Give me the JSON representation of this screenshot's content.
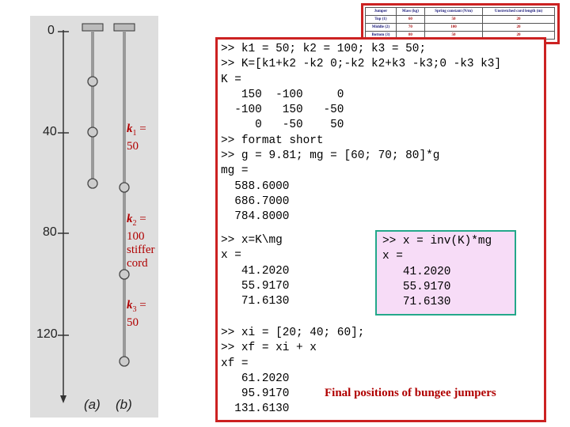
{
  "figure": {
    "ticks": [
      "0",
      "40",
      "80",
      "120"
    ],
    "springs": [
      {
        "k": "k",
        "sub": "1",
        "text": " = 50",
        "extra": ""
      },
      {
        "k": "k",
        "sub": "2",
        "text": " = 100",
        "extra": "stiffer cord"
      },
      {
        "k": "k",
        "sub": "3",
        "text": " = 50",
        "extra": ""
      }
    ],
    "parts": [
      "(a)",
      "(b)"
    ]
  },
  "table": {
    "headers": [
      "Jumper",
      "Mass (kg)",
      "Spring constant (N/m)",
      "Unstretched cord length (m)"
    ],
    "rows": [
      [
        "Top (1)",
        "60",
        "50",
        "20"
      ],
      [
        "Middle (2)",
        "70",
        "100",
        "20"
      ],
      [
        "Bottom (3)",
        "80",
        "50",
        "20"
      ]
    ]
  },
  "code": {
    "block1": ">> k1 = 50; k2 = 100; k3 = 50;\n>> K=[k1+k2 -k2 0;-k2 k2+k3 -k3;0 -k3 k3]\nK =\n   150  -100     0\n  -100   150   -50\n     0   -50    50\n>> format short\n>> g = 9.81; mg = [60; 70; 80]*g\nmg =\n  588.6000\n  686.7000\n  784.8000",
    "block2": ">> x=K\\mg\nx =\n   41.2020\n   55.9170\n   71.6130",
    "inv": ">> x = inv(K)*mg\nx =\n   41.2020\n   55.9170\n   71.6130",
    "block3": ">> xi = [20; 40; 60];\n>> xf = xi + x\nxf =\n   61.2020\n   95.9170\n  131.6130"
  },
  "final_label": "Final positions of bungee jumpers",
  "colors": {
    "frame": "#cc2222",
    "label": "#b00000",
    "inv_border": "#24a88a",
    "inv_bg": "#f7dcf7"
  }
}
